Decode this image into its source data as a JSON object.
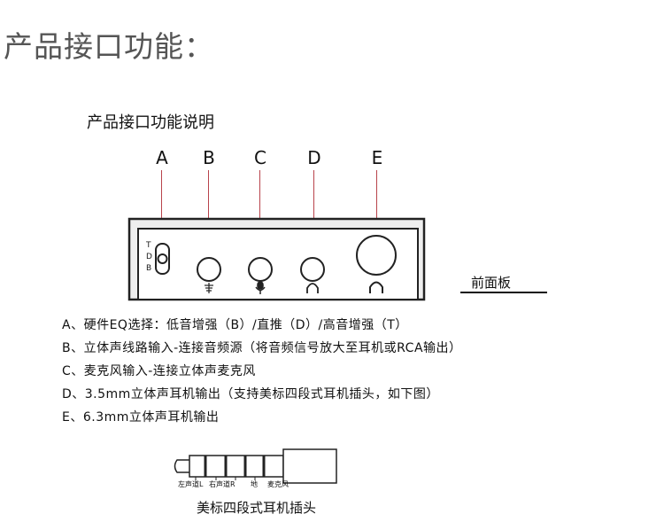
{
  "title": "产品接口功能：",
  "subtitle": "产品接口功能说明",
  "ports": [
    "A",
    "B",
    "C",
    "D",
    "E"
  ],
  "eq_switch": [
    "T",
    "D",
    "B"
  ],
  "front_panel_label": "前面板",
  "descriptions": [
    "A、硬件EQ选择：低音增强（B）/直推（D）/高音增强（T）",
    "B、立体声线路输入-连接音频源（将音频信号放大至耳机或RCA输出）",
    "C、麦克风输入-连接立体声麦克风",
    "D、3.5mm立体声耳机输出（支持美标四段式耳机插头，如下图）",
    "E、6.3mm立体声耳机输出"
  ],
  "plug_labels": [
    "左声道L",
    "右声道R",
    "地",
    "麦克风"
  ],
  "plug_caption": "美标四段式耳机插头",
  "colors": {
    "leader_line": "#b8434b",
    "panel_fill": "#eeeeee",
    "panel_stroke": "#222222"
  }
}
